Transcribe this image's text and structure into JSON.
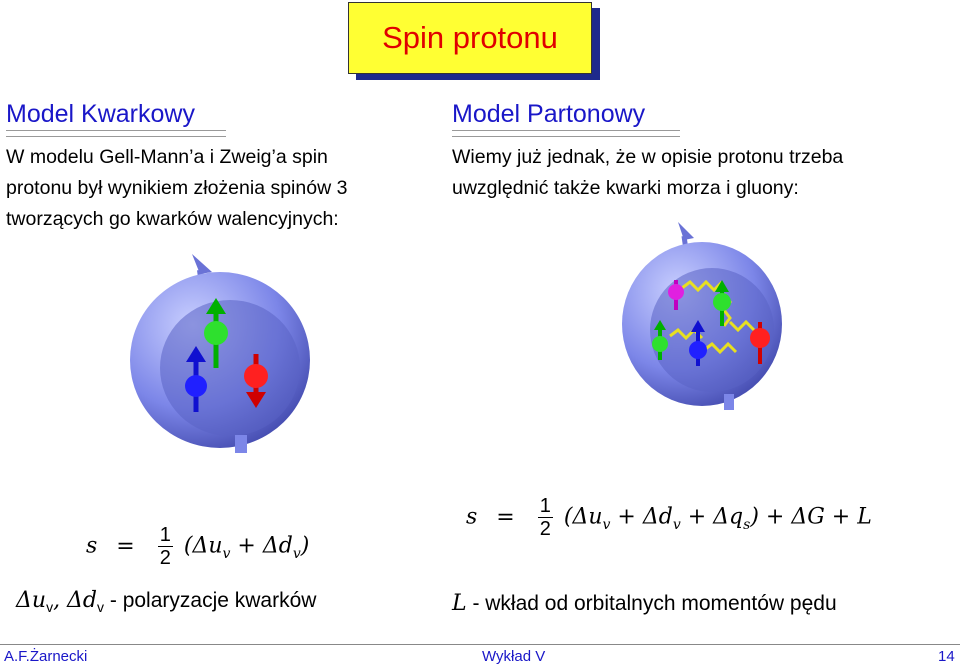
{
  "title": "Spin protonu",
  "left": {
    "heading": "Model Kwarkowy",
    "lines": [
      "W modelu Gell-Mann’a i Zweig’a spin",
      "protonu był wynikiem złożenia spinów 3",
      "tworzących go kwarków walencyjnych:"
    ],
    "formula": {
      "lhs": "s",
      "eq": "=",
      "num": "1",
      "den": "2",
      "rhs": "(Δu",
      "sub1": "v",
      "plus": " + Δd",
      "sub2": "v",
      "close": ")"
    },
    "caption": {
      "sym": "Δu",
      "sub1": "v",
      "mid": ", Δd",
      "sub2": "v",
      "text": " - polaryzacje kwarków"
    }
  },
  "right": {
    "heading": "Model Partonowy",
    "lines": [
      "Wiemy już jednak, że w opisie protonu trzeba",
      "uwzględnić także kwarki morza i gluony:"
    ],
    "formula": {
      "lhs": "s",
      "eq": "=",
      "num": "1",
      "den": "2",
      "rhs": "(Δu",
      "sub1": "v",
      "p1": " + Δd",
      "sub2": "v",
      "p2": " + Δq",
      "sub3": "s",
      "rest": ") + ΔG + L"
    },
    "caption": {
      "sym": "L",
      "text": " - wkład od orbitalnych momentów pędu"
    }
  },
  "footer": {
    "author": "A.F.Żarnecki",
    "lecture": "Wykład V",
    "page": "14"
  },
  "colors": {
    "accent": "#1a17c8",
    "title_bg": "#ffff33",
    "title_text": "#e00000",
    "shadow": "#1e2a8c"
  },
  "icons": [
    "proton-valence-quarks-illustration",
    "proton-sea-quarks-gluons-illustration"
  ]
}
